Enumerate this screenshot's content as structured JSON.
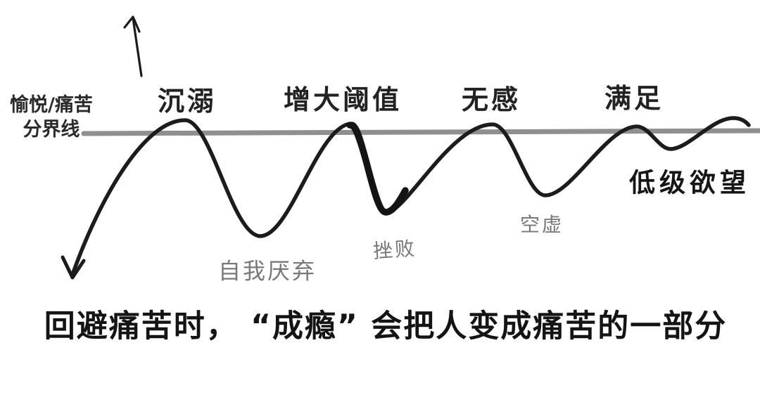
{
  "boundary": {
    "label_line1": "愉悦/痛苦",
    "label_line2": "分界线"
  },
  "peaks": [
    {
      "label": "沉溺"
    },
    {
      "label": "增大阈值"
    },
    {
      "label": "无感"
    },
    {
      "label": "满足"
    }
  ],
  "troughs": [
    {
      "label": "自我厌弃"
    },
    {
      "label": "挫败"
    },
    {
      "label": "空虚"
    },
    {
      "label": "低级欲望"
    }
  ],
  "caption": "回避痛苦时， “成瘾” 会把人变成痛苦的一部分",
  "colors": {
    "curve": "#1c1c1c",
    "boundary_line": "#8f8f8f",
    "muted_label": "#787878",
    "background": "#ffffff"
  }
}
